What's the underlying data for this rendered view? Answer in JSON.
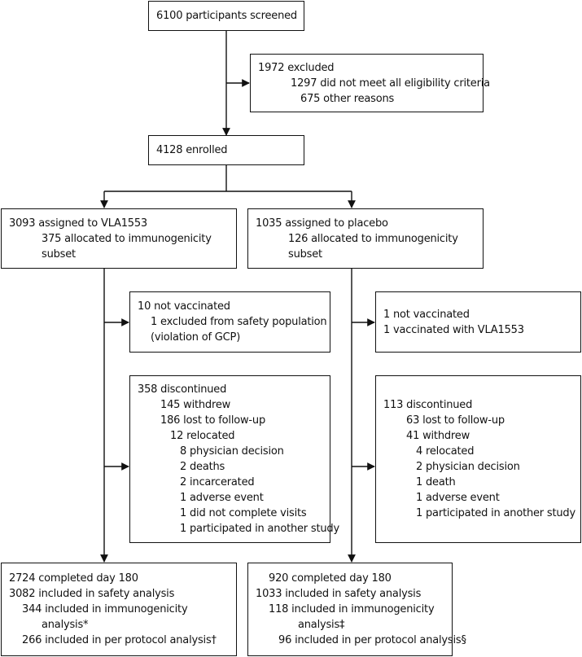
{
  "screened": {
    "lines": [
      {
        "text": "6100 participants screened",
        "indent": 0
      }
    ]
  },
  "excluded_top": {
    "lines": [
      {
        "text": "1972 excluded",
        "indent": 0
      },
      {
        "text": "1297 did not meet all eligibility criteria",
        "indent": 3
      },
      {
        "text": "675 other reasons",
        "indent": 4
      }
    ]
  },
  "enrolled": {
    "lines": [
      {
        "text": "4128 enrolled",
        "indent": 0
      }
    ]
  },
  "vla_assigned": {
    "lines": [
      {
        "text": "3093 assigned to VLA1553",
        "indent": 0
      },
      {
        "text": "375 allocated to immunogenicity",
        "indent": 3
      },
      {
        "text": "subset",
        "indent": 3
      }
    ]
  },
  "placebo_assigned": {
    "lines": [
      {
        "text": "1035 assigned to placebo",
        "indent": 0
      },
      {
        "text": "126 allocated to immunogenicity",
        "indent": 3
      },
      {
        "text": "subset",
        "indent": 3
      }
    ]
  },
  "vla_not_vaccinated": {
    "lines": [
      {
        "text": "10 not vaccinated",
        "indent": 0
      },
      {
        "text": "1 excluded from safety population",
        "indent": 1
      },
      {
        "text": "(violation of GCP)",
        "indent": 1
      }
    ]
  },
  "placebo_not_vaccinated": {
    "lines": [
      {
        "text": "1 not vaccinated",
        "indent": 0
      },
      {
        "text": "1 vaccinated with VLA1553",
        "indent": 0
      }
    ]
  },
  "vla_discontinued": {
    "lines": [
      {
        "text": "358 discontinued",
        "indent": 0
      },
      {
        "text": "145 withdrew",
        "indent": 2
      },
      {
        "text": "186 lost to follow-up",
        "indent": 2
      },
      {
        "text": "12 relocated",
        "indent": 3
      },
      {
        "text": "8 physician decision",
        "indent": 4
      },
      {
        "text": "2 deaths",
        "indent": 4
      },
      {
        "text": "2 incarcerated",
        "indent": 4
      },
      {
        "text": "1 adverse event",
        "indent": 4
      },
      {
        "text": "1 did not complete visits",
        "indent": 4
      },
      {
        "text": "1 participated in another study",
        "indent": 4
      }
    ]
  },
  "placebo_discontinued": {
    "lines": [
      {
        "text": "113 discontinued",
        "indent": 0
      },
      {
        "text": "63 lost to follow-up",
        "indent": 2
      },
      {
        "text": "41 withdrew",
        "indent": 2
      },
      {
        "text": "4 relocated",
        "indent": 3
      },
      {
        "text": "2 physician decision",
        "indent": 3
      },
      {
        "text": "1 death",
        "indent": 3
      },
      {
        "text": "1 adverse event",
        "indent": 3
      },
      {
        "text": "1 participated in another study",
        "indent": 3
      }
    ]
  },
  "vla_completed": {
    "lines": [
      {
        "text": "2724 completed day 180",
        "indent": 0
      },
      {
        "text": "3082 included in safety analysis",
        "indent": 0
      },
      {
        "text": "344 included in immunogenicity",
        "indent": 1
      },
      {
        "text": "analysis*",
        "indent": 3
      },
      {
        "text": "266 included in per protocol analysis†",
        "indent": 1
      }
    ]
  },
  "placebo_completed": {
    "lines": [
      {
        "text": "920 completed day 180",
        "indent": 1
      },
      {
        "text": "1033 included in safety analysis",
        "indent": 0
      },
      {
        "text": "118 included in immunogenicity",
        "indent": 1
      },
      {
        "text": "analysis‡",
        "indent": 4
      },
      {
        "text": "96 included in per protocol analysis§",
        "indent": 2
      }
    ]
  }
}
